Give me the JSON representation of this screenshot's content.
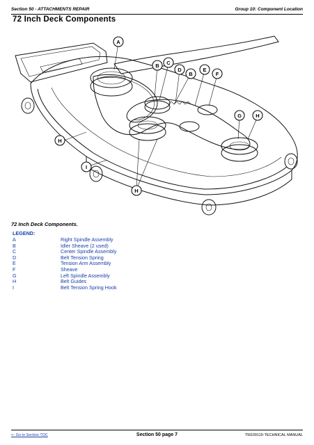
{
  "header": {
    "left": "Section 50 - ATTACHMENTS REPAIR",
    "right": "Group 10: Component Location"
  },
  "title": "72 Inch Deck Components",
  "caption": "72 Inch Deck Components.",
  "legend": {
    "heading": "LEGEND:",
    "items": [
      {
        "key": "A",
        "value": "Right Spindle Assembly"
      },
      {
        "key": "B",
        "value": "Idler Sheave (2 used)"
      },
      {
        "key": "C",
        "value": "Center Spindle Assembly"
      },
      {
        "key": "D",
        "value": "Belt Tension Spring"
      },
      {
        "key": "E",
        "value": "Tension Arm Assembly"
      },
      {
        "key": "F",
        "value": "Sheave"
      },
      {
        "key": "G",
        "value": "Left Spindle Assembly"
      },
      {
        "key": "H",
        "value": "Belt Guides"
      },
      {
        "key": "I",
        "value": "Belt Tension Spring Hook"
      }
    ]
  },
  "figure": {
    "callouts": [
      "A",
      "B",
      "C",
      "B",
      "D",
      "E",
      "F",
      "G",
      "H",
      "H",
      "I",
      "H"
    ]
  },
  "footer": {
    "left": "<- Go to Section TOC",
    "center": "Section 50 page 7",
    "right": "TM109119-TECHNICAL MANUAL"
  },
  "colors": {
    "link": "#1a40a8"
  }
}
